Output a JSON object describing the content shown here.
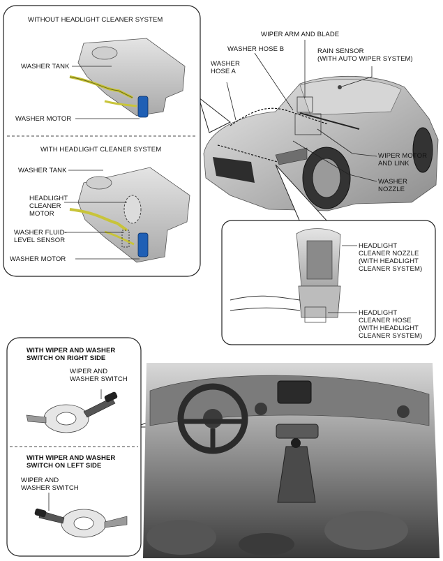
{
  "top_panel": {
    "heading_without": "WITHOUT HEADLIGHT CLEANER SYSTEM",
    "heading_with": "WITH HEADLIGHT CLEANER SYSTEM",
    "without": {
      "washer_tank": "WASHER TANK",
      "washer_motor": "WASHER MOTOR"
    },
    "with": {
      "washer_tank": "WASHER TANK",
      "headlight_cleaner_motor": "HEADLIGHT\nCLEANER\nMOTOR",
      "washer_fluid_level_sensor": "WASHER FLUID-\nLEVEL SENSOR",
      "washer_motor": "WASHER MOTOR"
    }
  },
  "car": {
    "wiper_arm_and_blade": "WIPER ARM AND BLADE",
    "washer_hose_b": "WASHER HOSE B",
    "washer_hose_a": "WASHER\nHOSE A",
    "rain_sensor": "RAIN SENSOR\n(WITH AUTO WIPER SYSTEM)",
    "wiper_motor_and_link": "WIPER MOTOR\nAND LINK",
    "washer_nozzle": "WASHER\nNOZZLE"
  },
  "nozzle_panel": {
    "headlight_cleaner_nozzle": "HEADLIGHT\nCLEANER NOZZLE\n(WITH HEADLIGHT\nCLEANER SYSTEM)",
    "headlight_cleaner_hose": "HEADLIGHT\nCLEANER HOSE\n(WITH HEADLIGHT\nCLEANER SYSTEM)"
  },
  "switch_panel": {
    "heading_right": "WITH WIPER AND WASHER\nSWITCH ON RIGHT SIDE",
    "switch_right": "WIPER AND\nWASHER SWITCH",
    "heading_left": "WITH WIPER AND WASHER\nSWITCH ON LEFT SIDE",
    "switch_left": "WIPER AND\nWASHER SWITCH"
  },
  "colors": {
    "motor_blue": "#1f5fb5",
    "hose_yellow": "#c8c43a",
    "tank_grey": "#c9c9c9",
    "car_grey": "#bdbdbd",
    "interior_dark": "#4a4a4a"
  }
}
